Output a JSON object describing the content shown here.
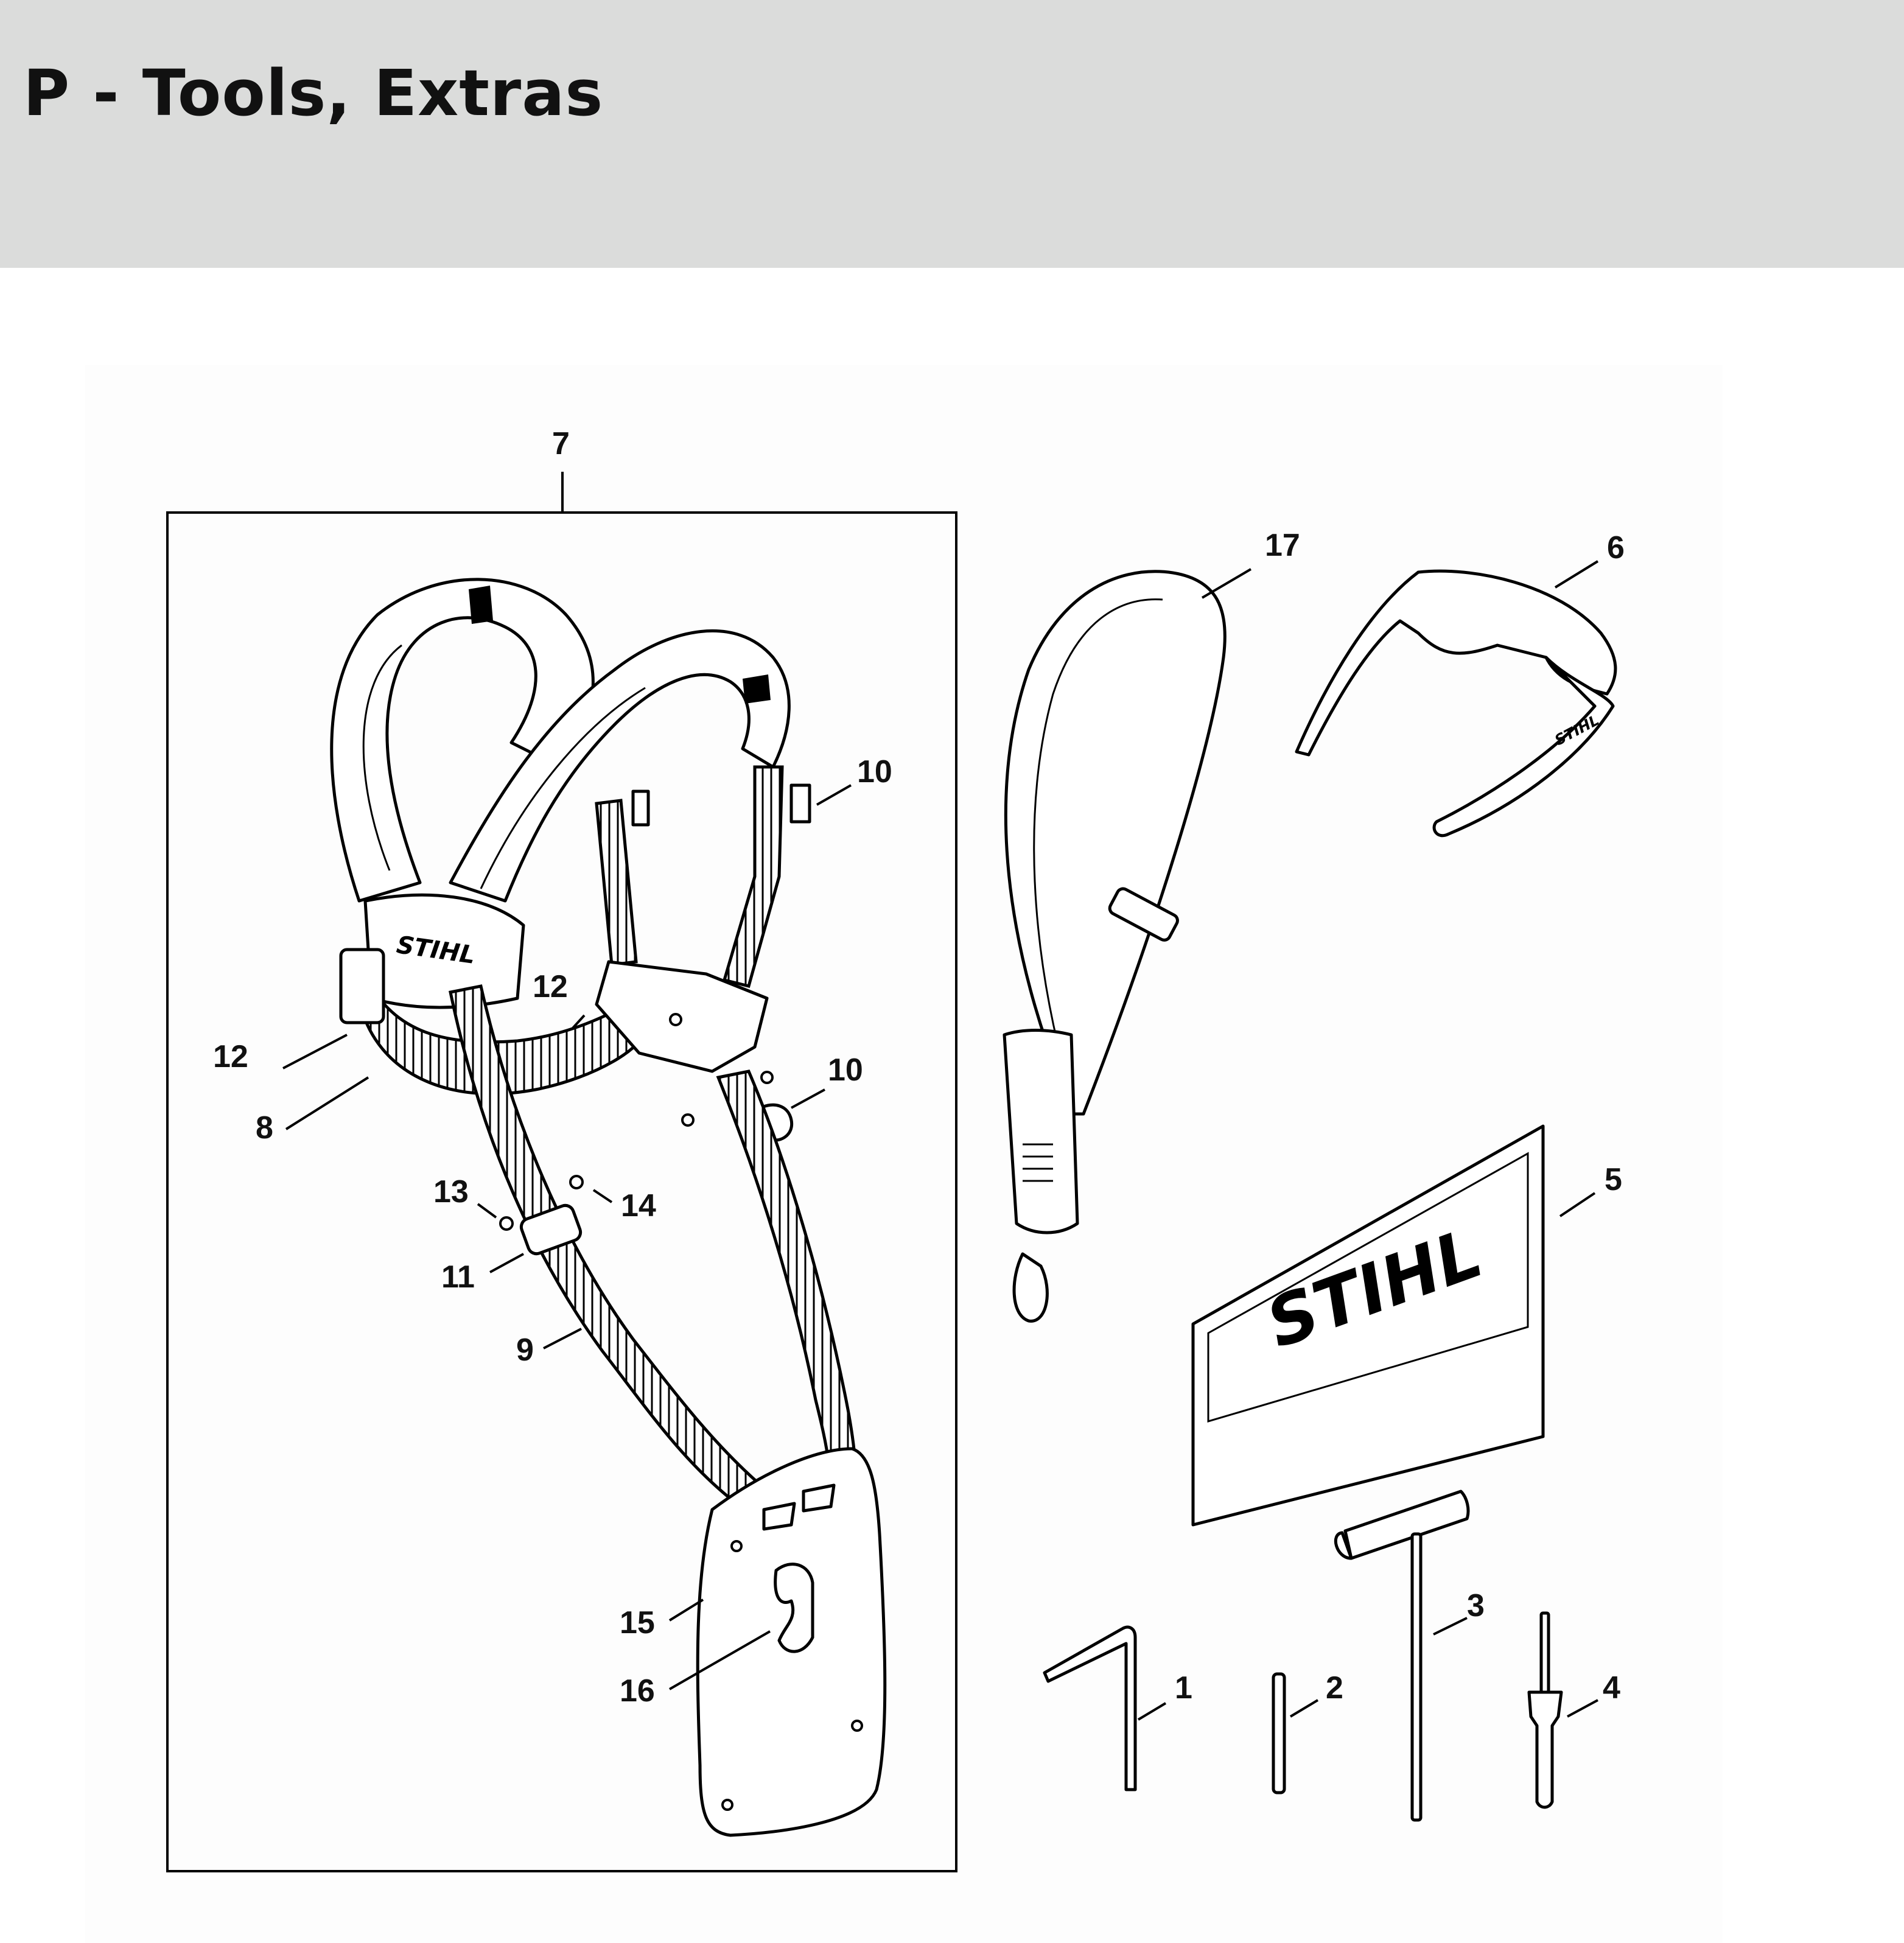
{
  "page": {
    "title": "P - Tools, Extras"
  },
  "diagram": {
    "brand_marks": [
      "STIHL",
      "STIHL",
      "STIHL"
    ],
    "callouts": [
      "7",
      "17",
      "6",
      "10",
      "12",
      "12",
      "10",
      "8",
      "13",
      "14",
      "11",
      "9",
      "5",
      "15",
      "16",
      "3",
      "1",
      "2",
      "4"
    ]
  },
  "colors": {
    "header_bg": "#dbdcdb",
    "panel_bg": "#fdfdfd",
    "line": "#000000"
  }
}
